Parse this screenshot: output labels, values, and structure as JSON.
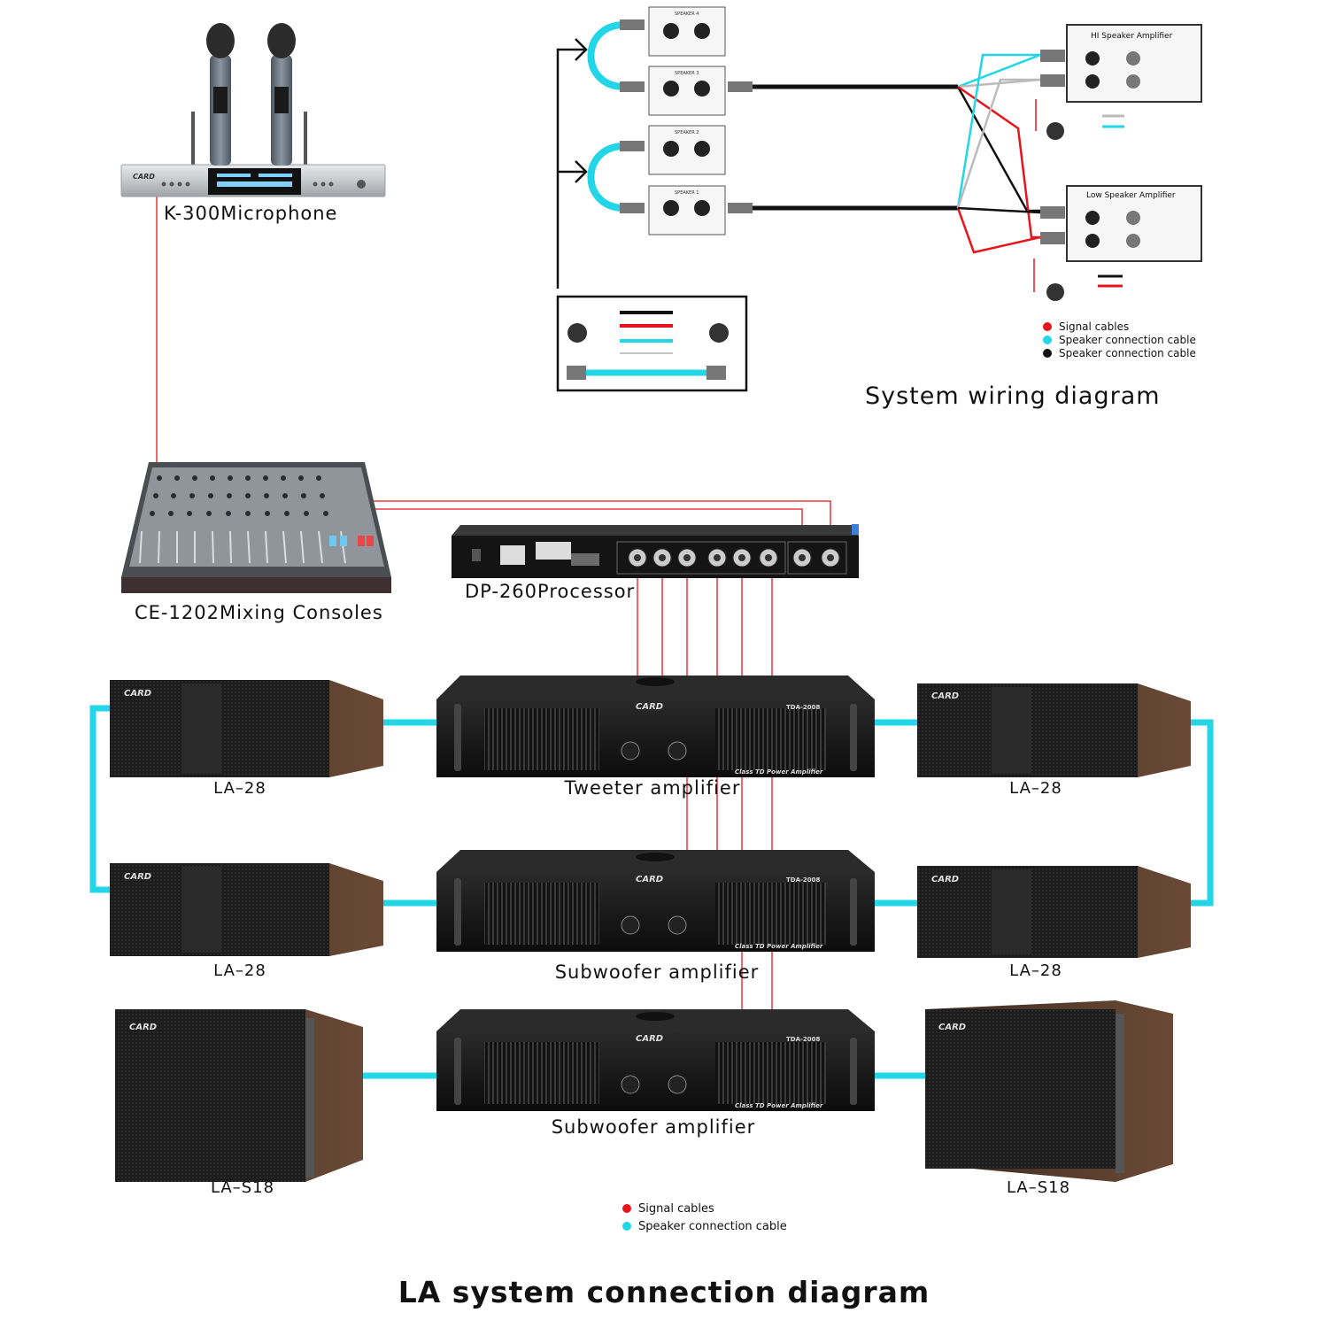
{
  "titles": {
    "main": "LA system connection diagram",
    "wiring": "System wiring diagram"
  },
  "devices": {
    "microphone": "K-300Microphone",
    "mixer": "CE-1202Mixing Consoles",
    "processor": "DP-260Processor",
    "tweeter_amp": "Tweeter amplifier",
    "sub_amp_1": "Subwoofer amplifier",
    "sub_amp_2": "Subwoofer amplifier",
    "speaker_tl": "LA–28",
    "speaker_tr": "LA–28",
    "speaker_ml": "LA–28",
    "speaker_mr": "LA–28",
    "sub_l": "LA–S18",
    "sub_r": "LA–S18"
  },
  "device_markings": {
    "brand": "CARD",
    "amp_model": "TDA-2008",
    "amp_class": "Class TD Power Amplifier"
  },
  "wiring_diagram": {
    "speakers": [
      "SPEAKER 4",
      "SPEAKER 3",
      "SPEAKER 2",
      "SPEAKER 1"
    ],
    "hi_amp": "HI Speaker Amplifier",
    "low_amp": "Low Speaker Amplifier",
    "legend": [
      {
        "label": "Signal cables",
        "color": "#e8141c"
      },
      {
        "label": "Speaker connection cable",
        "color": "#22d6e8"
      },
      {
        "label": "Speaker connection cable",
        "color": "#111111"
      }
    ]
  },
  "legend": [
    {
      "label": "Signal cables",
      "color": "#e8141c"
    },
    {
      "label": "Speaker connection cable",
      "color": "#22d6e8"
    }
  ],
  "colors": {
    "signal": "#e8141c",
    "speaker_cable": "#22d6e8",
    "black_cable": "#111111"
  }
}
